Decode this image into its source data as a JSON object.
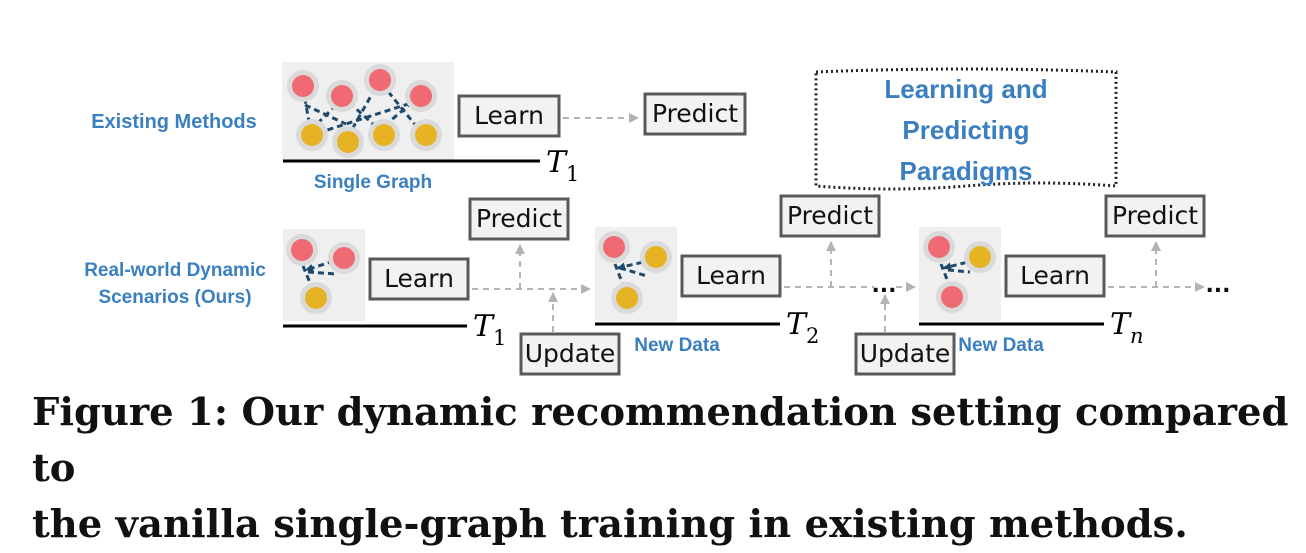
{
  "rows": {
    "existing": {
      "label": "Existing Methods",
      "graph_caption": "Single Graph",
      "time_label": "T",
      "time_sub": "1"
    },
    "dynamic": {
      "label_line1": "Real-world Dynamic",
      "label_line2": "Scenarios (Ours)"
    }
  },
  "boxes": {
    "learn": "Learn",
    "predict": "Predict",
    "update": "Update"
  },
  "paradigm_box": {
    "line1": "Learning and",
    "line2": "Predicting",
    "line3": "Paradigms"
  },
  "dynamic_steps": [
    {
      "time_label": "T",
      "time_sub": "1"
    },
    {
      "time_label": "T",
      "time_sub": "2",
      "data_caption": "New Data"
    },
    {
      "time_label": "T",
      "time_sub": "n",
      "data_caption": "New Data"
    }
  ],
  "ellipsis": "...",
  "caption": {
    "line1": "Figure 1: Our dynamic recommendation setting compared to",
    "line2": "the vanilla single-graph training in existing methods."
  },
  "colors": {
    "user_node": "#f06a73",
    "item_node": "#e6b325",
    "node_halo": "#d9d9d9",
    "graph_bg": "#efefef",
    "edge": "#1e4a6e",
    "label_blue": "#3a7fc0",
    "arrow_gray": "#b3b3b3",
    "box_border": "#595959",
    "box_fill": "#f2f2f2"
  }
}
